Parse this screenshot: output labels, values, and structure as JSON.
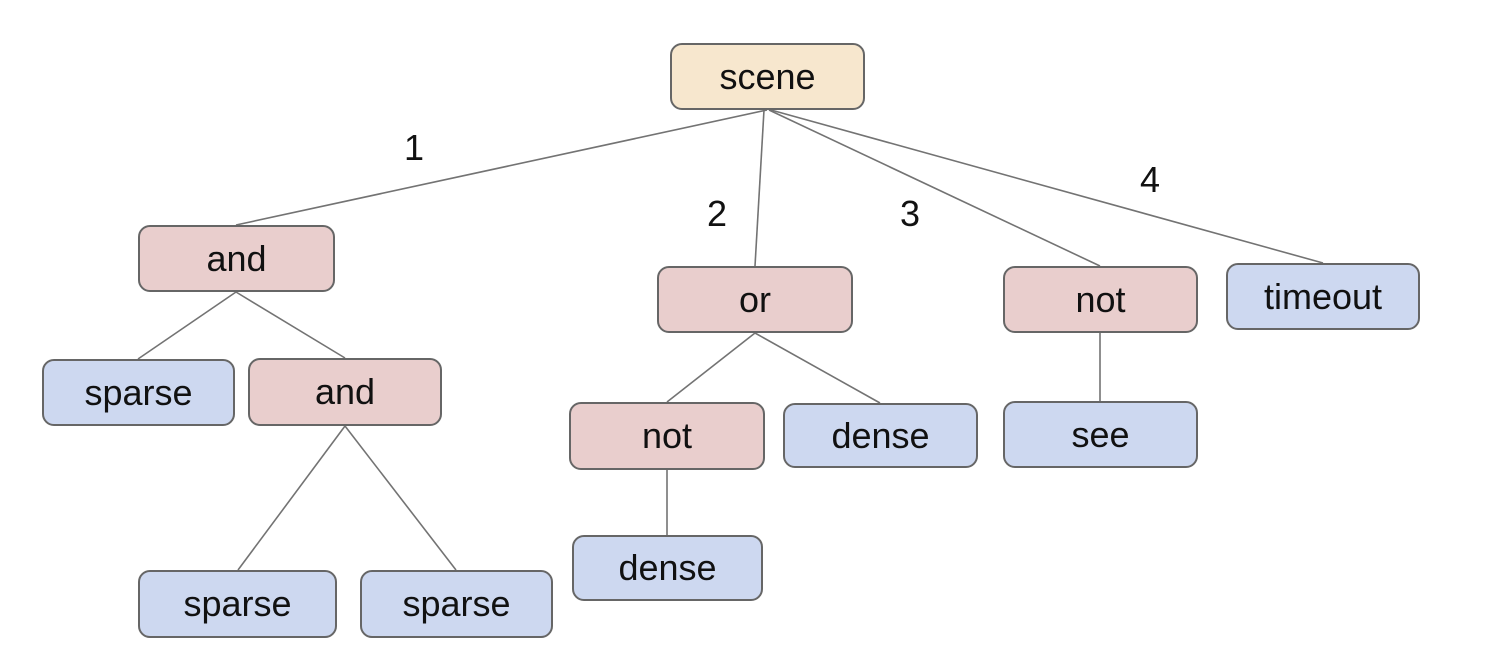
{
  "diagram": {
    "nodes": {
      "scene": {
        "label": "scene",
        "kind": "root"
      },
      "and1": {
        "label": "and",
        "kind": "operator"
      },
      "or1": {
        "label": "or",
        "kind": "operator"
      },
      "not1": {
        "label": "not",
        "kind": "operator"
      },
      "timeout1": {
        "label": "timeout",
        "kind": "leaf"
      },
      "sparse1": {
        "label": "sparse",
        "kind": "leaf"
      },
      "and2": {
        "label": "and",
        "kind": "operator"
      },
      "sparse2": {
        "label": "sparse",
        "kind": "leaf"
      },
      "sparse3": {
        "label": "sparse",
        "kind": "leaf"
      },
      "not2": {
        "label": "not",
        "kind": "operator"
      },
      "dense1": {
        "label": "dense",
        "kind": "leaf"
      },
      "dense2": {
        "label": "dense",
        "kind": "leaf"
      },
      "see1": {
        "label": "see",
        "kind": "leaf"
      }
    },
    "edge_labels": {
      "branch1": "1",
      "branch2": "2",
      "branch3": "3",
      "branch4": "4"
    },
    "colors": {
      "root_fill": "#f7e7ce",
      "operator_fill": "#e9cecd",
      "leaf_fill": "#cdd8f0",
      "node_border": "#666666",
      "edge_line": "#737373"
    }
  }
}
